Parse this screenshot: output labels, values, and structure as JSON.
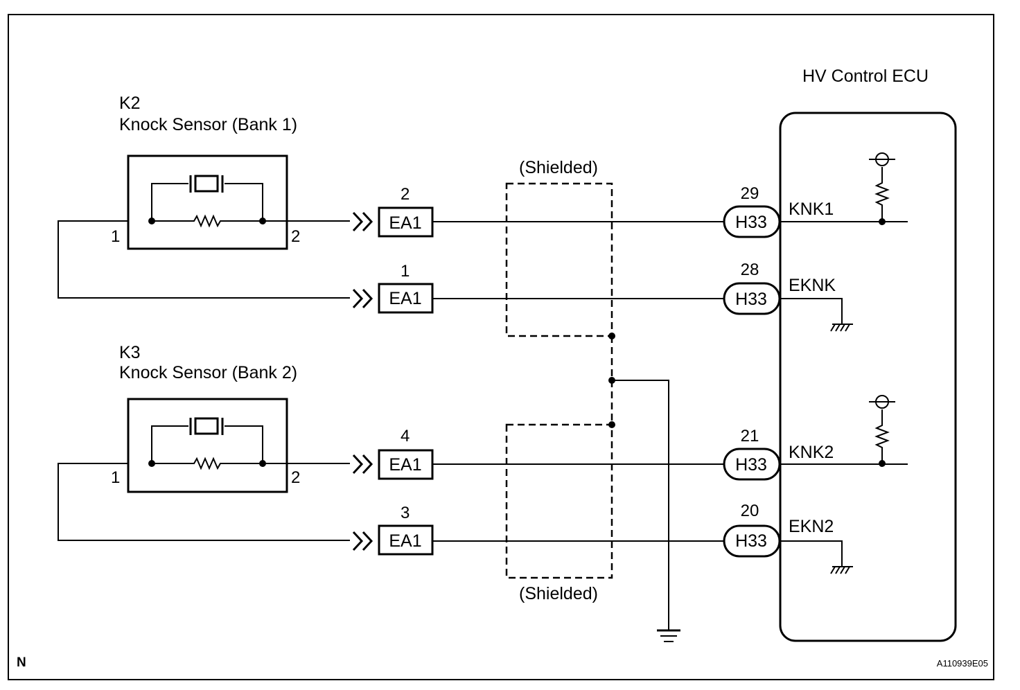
{
  "ecu": {
    "title": "HV Control ECU"
  },
  "sensors": [
    {
      "code": "K2",
      "name": "Knock Sensor (Bank 1)",
      "pin_left": "1",
      "pin_right": "2"
    },
    {
      "code": "K3",
      "name": "Knock Sensor (Bank 2)",
      "pin_left": "1",
      "pin_right": "2"
    }
  ],
  "connectors": [
    {
      "pin": "2",
      "name": "EA1",
      "ecu_pin": "29",
      "ecu_conn": "H33",
      "signal": "KNK1"
    },
    {
      "pin": "1",
      "name": "EA1",
      "ecu_pin": "28",
      "ecu_conn": "H33",
      "signal": "EKNK"
    },
    {
      "pin": "4",
      "name": "EA1",
      "ecu_pin": "21",
      "ecu_conn": "H33",
      "signal": "KNK2"
    },
    {
      "pin": "3",
      "name": "EA1",
      "ecu_pin": "20",
      "ecu_conn": "H33",
      "signal": "EKN2"
    }
  ],
  "shield": {
    "top_label": "(Shielded)",
    "bottom_label": "(Shielded)"
  },
  "footer": {
    "left": "N",
    "right": "A110939E05"
  }
}
